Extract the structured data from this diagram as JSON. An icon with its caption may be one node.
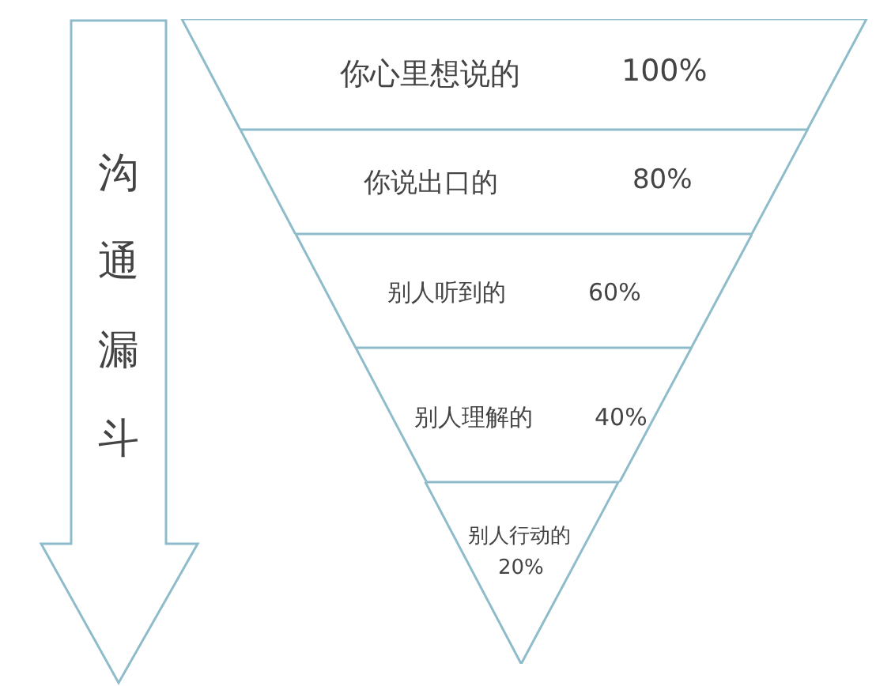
{
  "diagram": {
    "nodes": [
      {
        "text": [
          "沟通漏斗"
        ]
      },
      {
        "text": [
          "你心里想说的",
          "100%"
        ]
      },
      {
        "text": [
          "你说出口的",
          "80%"
        ]
      },
      {
        "text": [
          "别人听到的",
          "60%"
        ]
      },
      {
        "text": [
          "别人理解的",
          "40%"
        ]
      },
      {
        "text": [
          "别人行动的",
          "20%"
        ]
      }
    ],
    "edges": []
  }
}
